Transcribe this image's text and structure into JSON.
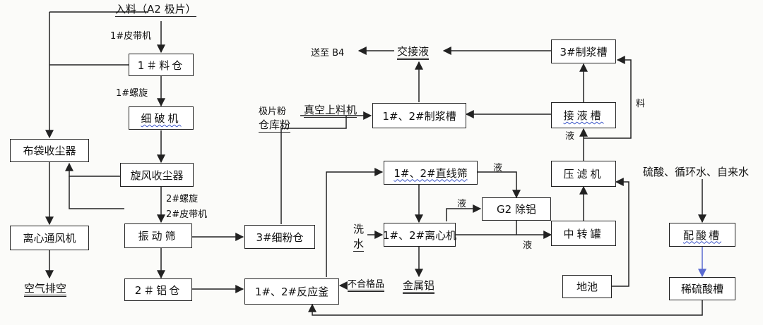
{
  "boxes": {
    "bin1": "1＃料仓",
    "crusher": "细破机",
    "bag_dust": "布袋收尘器",
    "cyclone_dust": "旋风收尘器",
    "screen": "振动筛",
    "fan": "离心通风机",
    "al_bin2": "2＃铝仓",
    "fine_bin3": "3#细粉仓",
    "reactor": "1#、2#反应釜",
    "linear_screen": "1#、2#直线筛",
    "centrifuge": "1#、2#离心机",
    "g2_al_removal": "G2 除铝",
    "transfer_tank": "中转罐",
    "pulp_tank12": "1#、2#制浆槽",
    "receiving_tank": "接液槽",
    "pulp_tank3": "3#制浆槽",
    "filter_press": "压滤机",
    "acid_prep": "配酸槽",
    "dilute_acid": "稀硫酸槽",
    "ground_pool": "地池"
  },
  "labels": {
    "feed": "入料（A2 极片）",
    "belt1": "1#皮带机",
    "screw1": "1#螺旋",
    "screw2": "2#螺旋",
    "belt2": "2#皮带机",
    "air_exhaust": "空气排空",
    "pole_powder": "极片粉",
    "warehouse_powder": "仓库粉",
    "vacuum_feed": "真空上料机",
    "exchange_liquid": "交接液",
    "send_b4": "送至 B4",
    "liquor_1": "液",
    "liquor_2": "液",
    "liquor_3": "液",
    "liquor_4": "液",
    "slurry": "料",
    "wash": "洗",
    "water": "水",
    "unqualified": "不合格品",
    "metal_al": "金属铝",
    "reagents": "硫酸、循环水、自来水"
  }
}
